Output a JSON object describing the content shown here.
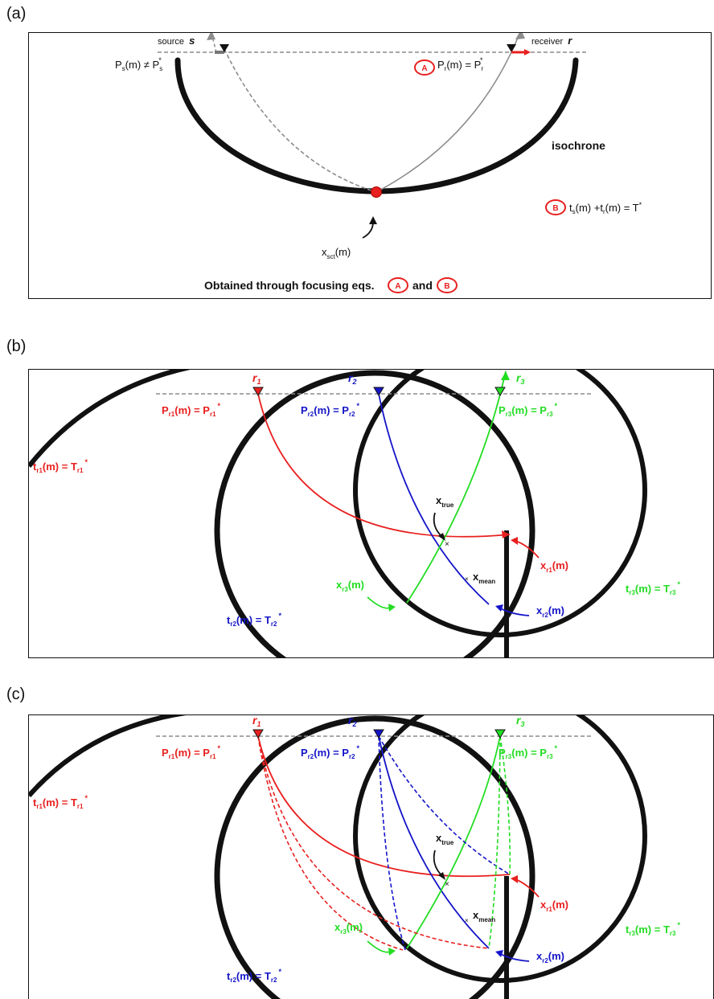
{
  "panels": {
    "a": {
      "tag": "(a)",
      "source_label": "source",
      "source_symbol": "s",
      "receiver_label": "receiver",
      "receiver_symbol": "r",
      "ps_eq": "P_s(m) ≠ P_s^*",
      "pr_eq": "P_r(m) = P_r^*",
      "isochrone": "isochrone",
      "time_eq": "t_s(m) +t_r(m) = T*",
      "xsct": "x_sct(m)",
      "focusing_text": "Obtained through focusing eqs.",
      "and_text": "and",
      "badge_a": "A",
      "badge_b": "B"
    },
    "b": {
      "tag": "(b)",
      "r1": "r1",
      "r2": "r2",
      "r3": "r3",
      "pr1": "P_r1(m) = P_r1^*",
      "pr2": "P_r2(m) = P_r2^*",
      "pr3": "P_r3(m) = P_r3^*",
      "tr1": "t_r1(m) = T_r1^*",
      "tr2": "t_r2(m) = T_r2^*",
      "tr3": "t_r3(m) = T_r3^*",
      "xtrue": "x_true",
      "xmean": "x_mean",
      "xr1": "x_r1(m)",
      "xr2": "x_r2(m)",
      "xr3": "x_r3(m)"
    },
    "c": {
      "tag": "(c)",
      "r1": "r1",
      "r2": "r2",
      "r3": "r3",
      "pr1": "P_r1(m) = P_r1^*",
      "pr2": "P_r2(m) = P_r2^*",
      "pr3": "P_r3(m) = P_r3^*",
      "tr1": "t_r1(m) = T_r1^*",
      "tr2": "t_r2(m) = T_r2^*",
      "tr3": "t_r3(m) = T_r3^*",
      "xtrue": "x_true",
      "xmean": "x_mean",
      "xr1": "x_r1(m)",
      "xr2": "x_r2(m)",
      "xr3": "x_r3(m)"
    }
  },
  "colors": {
    "red": "#e8201f",
    "blue": "#1414c8",
    "green": "#22dd22",
    "black": "#111111",
    "gray": "#8c8c8c"
  }
}
